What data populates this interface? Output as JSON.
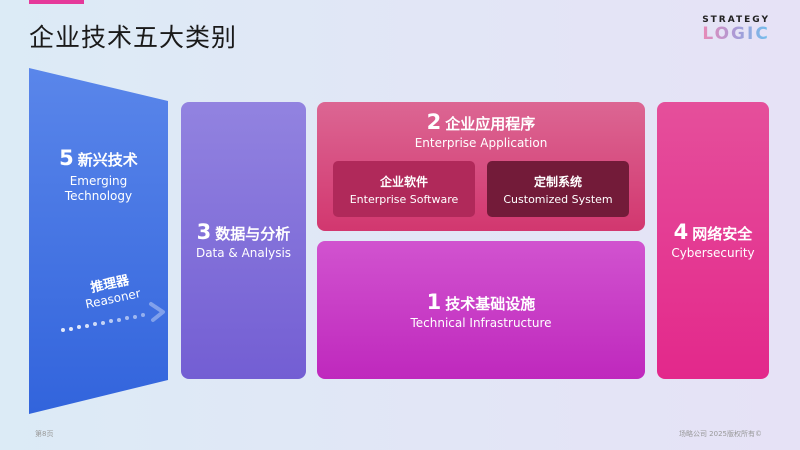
{
  "header": {
    "title": "企业技术五大类别",
    "logo_top": "STRATEGY",
    "logo_bottom": "LOGIC"
  },
  "categories": {
    "emerging": {
      "number": "5",
      "title": "新兴技术",
      "subtitle_line1": "Emerging",
      "subtitle_line2": "Technology",
      "reasoner": {
        "title": "推理器",
        "subtitle": "Reasoner"
      }
    },
    "data": {
      "number": "3",
      "title": "数据与分析",
      "subtitle": "Data & Analysis"
    },
    "application": {
      "number": "2",
      "title": "企业应用程序",
      "subtitle": "Enterprise Application",
      "children": [
        {
          "title": "企业软件",
          "subtitle": "Enterprise Software"
        },
        {
          "title": "定制系统",
          "subtitle": "Customized System"
        }
      ]
    },
    "infrastructure": {
      "number": "1",
      "title": "技术基础设施",
      "subtitle": "Technical Infrastructure"
    },
    "security": {
      "number": "4",
      "title": "网络安全",
      "subtitle": "Cybersecurity"
    }
  },
  "footer": {
    "page": "第8页",
    "copyright": "场略公司 2025版权所有©"
  },
  "colors": {
    "accent": "#e5399a",
    "emerging": "#4a76e3",
    "data": "#7f6ad8",
    "application": "#d64a7e",
    "infrastructure": "#c83cc6",
    "security": "#e33a93"
  }
}
